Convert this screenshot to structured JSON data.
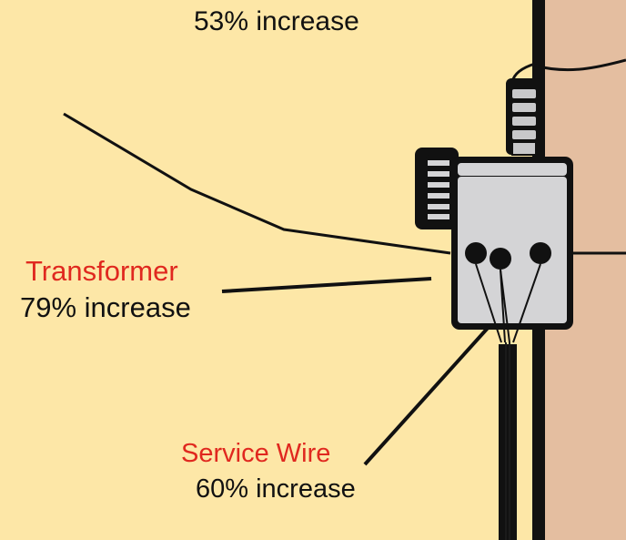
{
  "labels": {
    "top_increase": "53% increase",
    "transformer_name": "Transformer",
    "transformer_increase": "79% increase",
    "service_wire_name": "Service Wire",
    "service_wire_increase": "60% increase"
  },
  "colors": {
    "background": "#fde7a7",
    "pole": "#e4bea0",
    "name_text": "#e0281f",
    "value_text": "#111111",
    "transformer_body": "#d4d4d6",
    "outline": "#111111"
  },
  "icons": {
    "transformer": "pole-mounted-transformer-icon",
    "insulator": "insulator-icon"
  }
}
